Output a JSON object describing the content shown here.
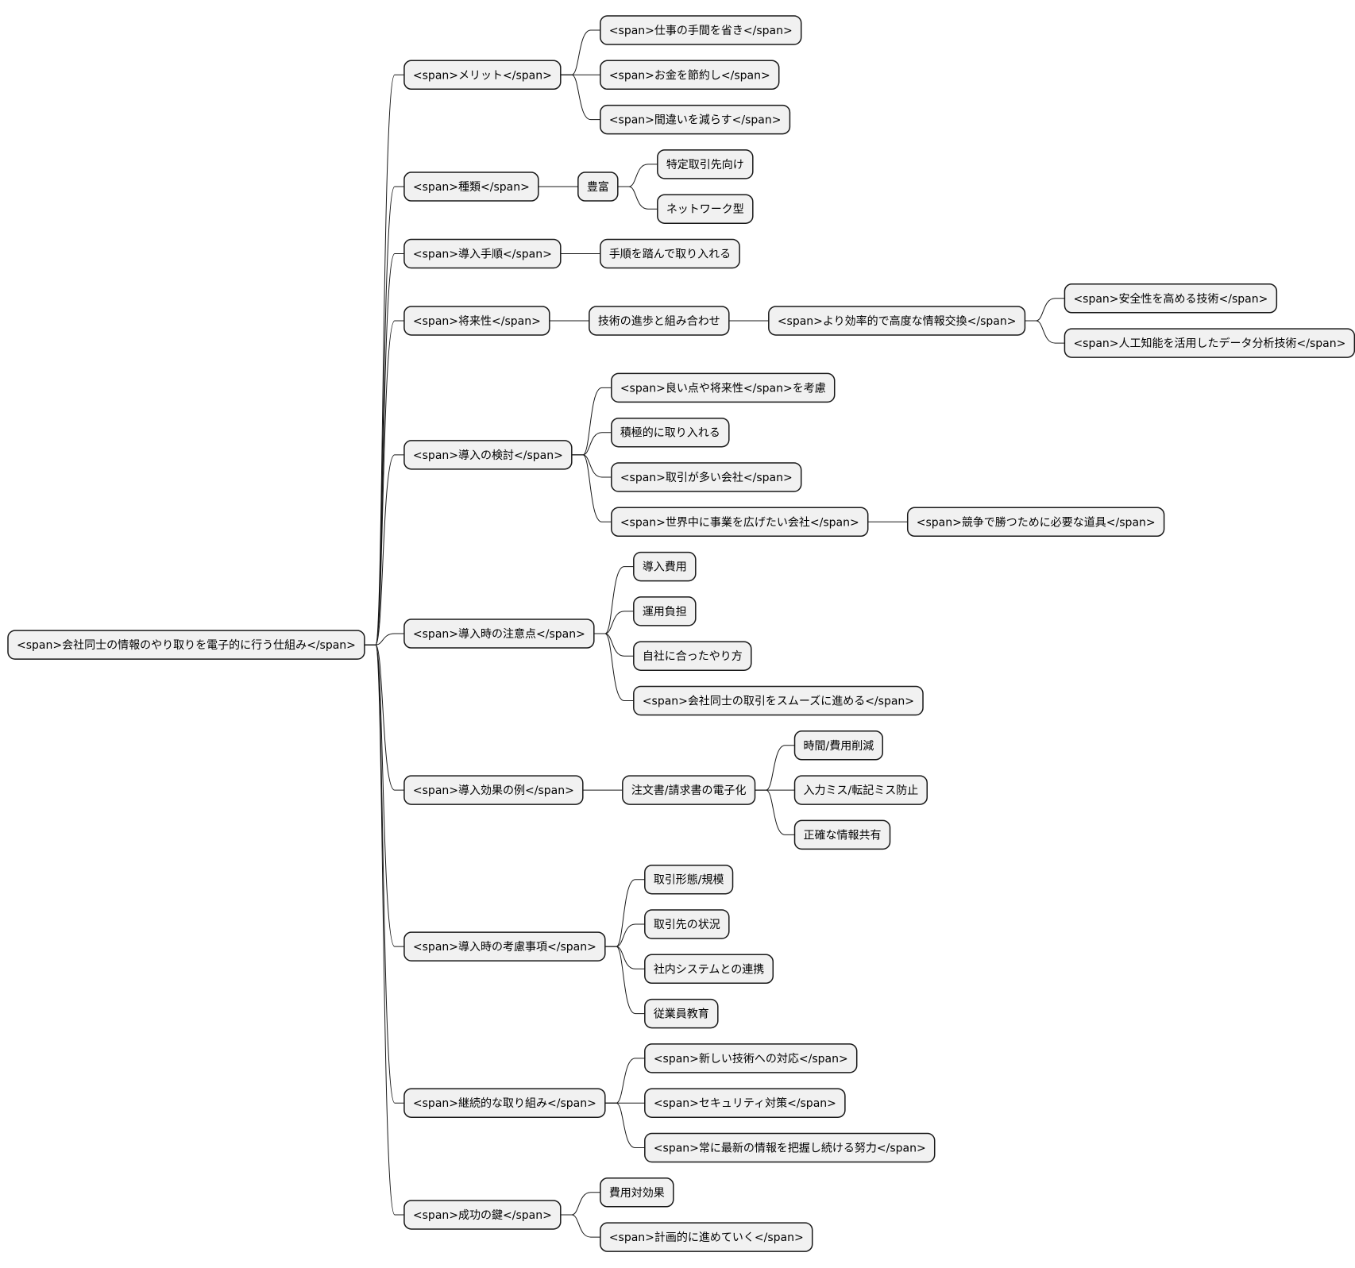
{
  "mindmap": {
    "root": {
      "label": "<span>会社同士の情報のやり取りを電子的に行う仕組み</span>",
      "children": [
        {
          "label": "<span>メリット</span>",
          "children": [
            {
              "label": "<span>仕事の手間を省き</span>"
            },
            {
              "label": "<span>お金を節約し</span>"
            },
            {
              "label": "<span>間違いを減らす</span>"
            }
          ]
        },
        {
          "label": "<span>種類</span>",
          "children": [
            {
              "label": "豊富",
              "children": [
                {
                  "label": "特定取引先向け"
                },
                {
                  "label": "ネットワーク型"
                }
              ]
            }
          ]
        },
        {
          "label": "<span>導入手順</span>",
          "children": [
            {
              "label": "手順を踏んで取り入れる"
            }
          ]
        },
        {
          "label": "<span>将来性</span>",
          "children": [
            {
              "label": "技術の進歩と組み合わせ",
              "children": [
                {
                  "label": "<span>より効率的で高度な情報交換</span>",
                  "children": [
                    {
                      "label": "<span>安全性を高める技術</span>"
                    },
                    {
                      "label": "<span>人工知能を活用したデータ分析技術</span>"
                    }
                  ]
                }
              ]
            }
          ]
        },
        {
          "label": "<span>導入の検討</span>",
          "children": [
            {
              "label": "<span>良い点や将来性</span>を考慮"
            },
            {
              "label": "積極的に取り入れる"
            },
            {
              "label": "<span>取引が多い会社</span>"
            },
            {
              "label": "<span>世界中に事業を広げたい会社</span>",
              "children": [
                {
                  "label": "<span>競争で勝つために必要な道具</span>"
                }
              ]
            }
          ]
        },
        {
          "label": "<span>導入時の注意点</span>",
          "children": [
            {
              "label": "導入費用"
            },
            {
              "label": "運用負担"
            },
            {
              "label": "自社に合ったやり方"
            },
            {
              "label": "<span>会社同士の取引をスムーズに進める</span>"
            }
          ]
        },
        {
          "label": "<span>導入効果の例</span>",
          "children": [
            {
              "label": "注文書/請求書の電子化",
              "children": [
                {
                  "label": "時間/費用削減"
                },
                {
                  "label": "入力ミス/転記ミス防止"
                },
                {
                  "label": "正確な情報共有"
                }
              ]
            }
          ]
        },
        {
          "label": "<span>導入時の考慮事項</span>",
          "children": [
            {
              "label": "取引形態/規模"
            },
            {
              "label": "取引先の状況"
            },
            {
              "label": "社内システムとの連携"
            },
            {
              "label": "従業員教育"
            }
          ]
        },
        {
          "label": "<span>継続的な取り組み</span>",
          "children": [
            {
              "label": "<span>新しい技術への対応</span>"
            },
            {
              "label": "<span>セキュリティ対策</span>"
            },
            {
              "label": "<span>常に最新の情報を把握し続ける努力</span>"
            }
          ]
        },
        {
          "label": "<span>成功の鍵</span>",
          "children": [
            {
              "label": "費用対効果"
            },
            {
              "label": "<span>計画的に進めていく</span>"
            }
          ]
        }
      ]
    }
  }
}
